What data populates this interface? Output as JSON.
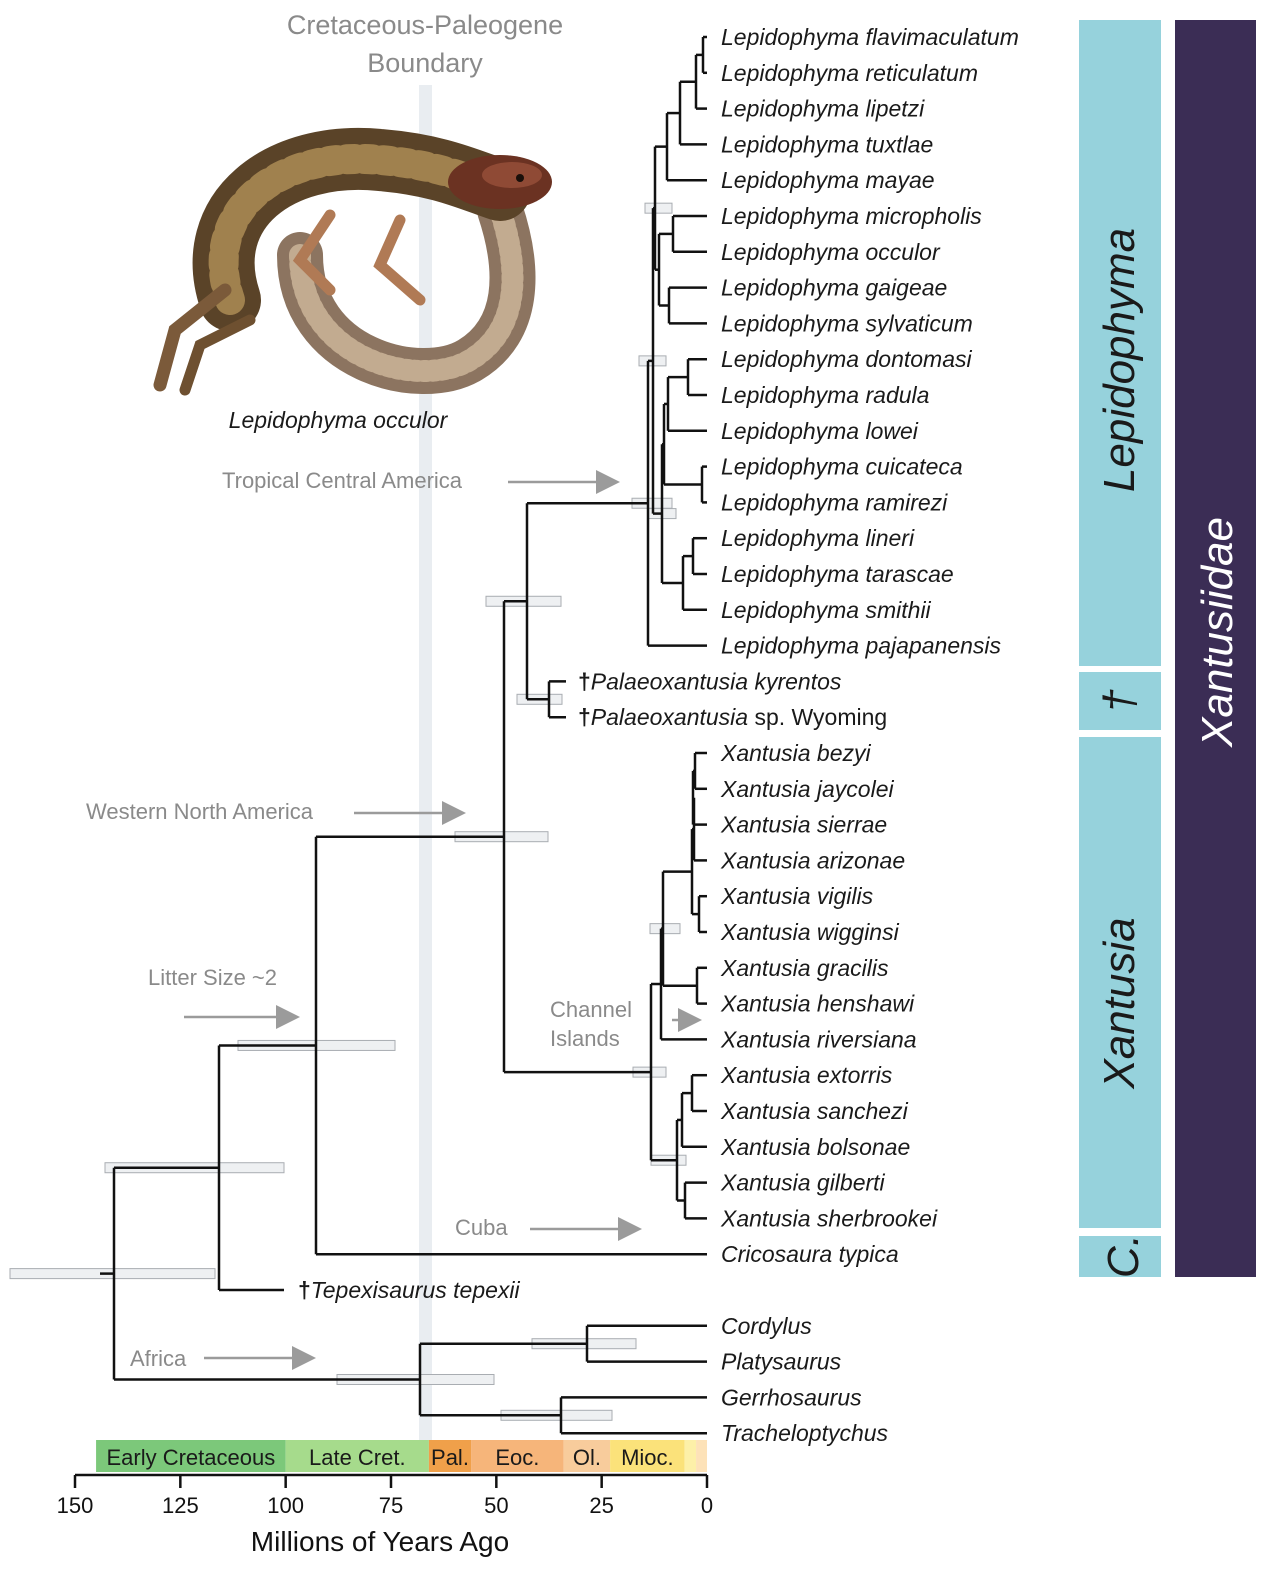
{
  "title": {
    "line1": "Cretaceous-Paleogene",
    "line2": "Boundary"
  },
  "photo": {
    "caption": "Lepidophyma occulor",
    "icon": "lizard-photo"
  },
  "callouts": {
    "tropical": "Tropical Central America",
    "western": "Western North America",
    "litter": "Litter Size ~2",
    "channel_line1": "Channel",
    "channel_line2": "Islands",
    "cuba": "Cuba",
    "africa": "Africa"
  },
  "taxa": [
    {
      "name": "Lepidophyma flavimaculatum"
    },
    {
      "name": "Lepidophyma reticulatum"
    },
    {
      "name": "Lepidophyma lipetzi"
    },
    {
      "name": "Lepidophyma tuxtlae"
    },
    {
      "name": "Lepidophyma mayae"
    },
    {
      "name": "Lepidophyma micropholis"
    },
    {
      "name": "Lepidophyma occulor"
    },
    {
      "name": "Lepidophyma gaigeae"
    },
    {
      "name": "Lepidophyma sylvaticum"
    },
    {
      "name": "Lepidophyma dontomasi"
    },
    {
      "name": "Lepidophyma radula"
    },
    {
      "name": "Lepidophyma lowei"
    },
    {
      "name": "Lepidophyma cuicateca"
    },
    {
      "name": "Lepidophyma ramirezi"
    },
    {
      "name": "Lepidophyma lineri"
    },
    {
      "name": "Lepidophyma tarascae"
    },
    {
      "name": "Lepidophyma smithii"
    },
    {
      "name": "Lepidophyma pajapanensis"
    },
    {
      "name": "Palaeoxantusia kyrentos",
      "dagger": "†"
    },
    {
      "name": "Palaeoxantusia",
      "suffix": "sp. Wyoming",
      "dagger": "†"
    },
    {
      "name": "Xantusia bezyi"
    },
    {
      "name": "Xantusia jaycolei"
    },
    {
      "name": "Xantusia sierrae"
    },
    {
      "name": "Xantusia arizonae"
    },
    {
      "name": "Xantusia vigilis"
    },
    {
      "name": "Xantusia wigginsi"
    },
    {
      "name": "Xantusia gracilis"
    },
    {
      "name": "Xantusia henshawi"
    },
    {
      "name": "Xantusia riversiana"
    },
    {
      "name": "Xantusia extorris"
    },
    {
      "name": "Xantusia sanchezi"
    },
    {
      "name": "Xantusia bolsonae"
    },
    {
      "name": "Xantusia gilberti"
    },
    {
      "name": "Xantusia sherbrookei"
    },
    {
      "name": "Cricosaura typica"
    },
    {
      "name": "Tepexisaurus tepexii",
      "dagger": "†"
    },
    {
      "name": "Cordylus"
    },
    {
      "name": "Platysaurus"
    },
    {
      "name": "Gerrhosaurus"
    },
    {
      "name": "Tracheloptychus"
    }
  ],
  "clades": {
    "lepidophyma": "Lepidophyma",
    "extinct": "†",
    "xantusia": "Xantusia",
    "cricosaura": "C.",
    "family": "Xantusiidae",
    "clade_color": "#96d2dc",
    "family_color": "#3b2d55"
  },
  "timescale": {
    "periods": [
      {
        "label": "Early Cretaceous",
        "start": 145,
        "end": 100,
        "color": "#7cc87a"
      },
      {
        "label": "Late Cret.",
        "start": 100,
        "end": 66,
        "color": "#a6db8c"
      },
      {
        "label": "Pal.",
        "start": 66,
        "end": 56,
        "color": "#f0a04a"
      },
      {
        "label": "Eoc.",
        "start": 56,
        "end": 34,
        "color": "#f6b57a"
      },
      {
        "label": "Ol.",
        "start": 34,
        "end": 23,
        "color": "#f8cc9c"
      },
      {
        "label": "Mioc.",
        "start": 23,
        "end": 5.3,
        "color": "#fbe27a"
      },
      {
        "label": "",
        "start": 5.3,
        "end": 2.6,
        "color": "#fdf0a8"
      },
      {
        "label": "",
        "start": 2.6,
        "end": 0,
        "color": "#fde2b8"
      }
    ],
    "ticks": [
      "150",
      "125",
      "100",
      "75",
      "50",
      "25",
      "0"
    ],
    "axis_title": "Millions of Years Ago",
    "boundary_ma": 66
  },
  "chart_data": {
    "type": "phylogeny",
    "x_axis": {
      "label": "Millions of Years Ago",
      "range": [
        150,
        0
      ],
      "ticks": [
        150,
        125,
        100,
        75,
        50,
        25,
        0
      ]
    },
    "node_ages_ma": {
      "root": 141,
      "xantusiidae_plus_tepexisaurus": 116,
      "xantusiidae": 93,
      "lepidophyma_palaeoxantusia_xantusia": 48,
      "lepidophyma_palaeoxantusia": 43,
      "lepidophyma": 14,
      "palaeoxantusia": 38,
      "xantusia": 12.5,
      "cordylidae_gerrhosauridae": 68,
      "cordylidae": 28,
      "gerrhosauridae": 35
    }
  }
}
